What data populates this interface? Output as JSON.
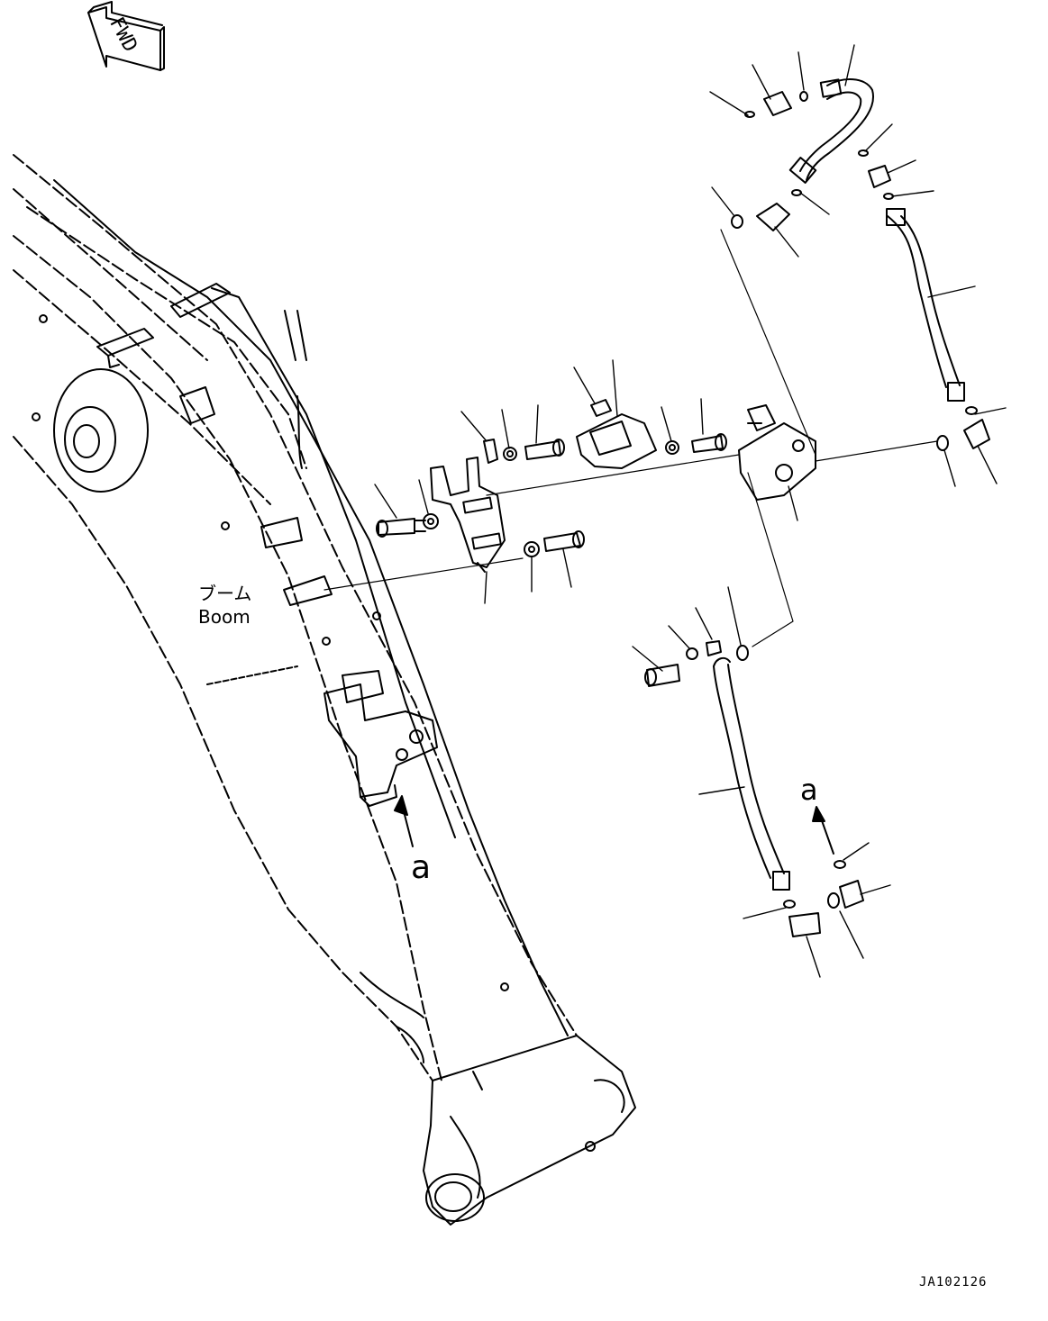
{
  "fwd_label": "FWD",
  "boom_label_jp": "ブーム",
  "boom_label_en": "Boom",
  "view_marker_main": "a",
  "view_marker_detail": "a",
  "drawing_code": "JA102126",
  "colors": {
    "line": "#000000",
    "background": "#ffffff"
  }
}
